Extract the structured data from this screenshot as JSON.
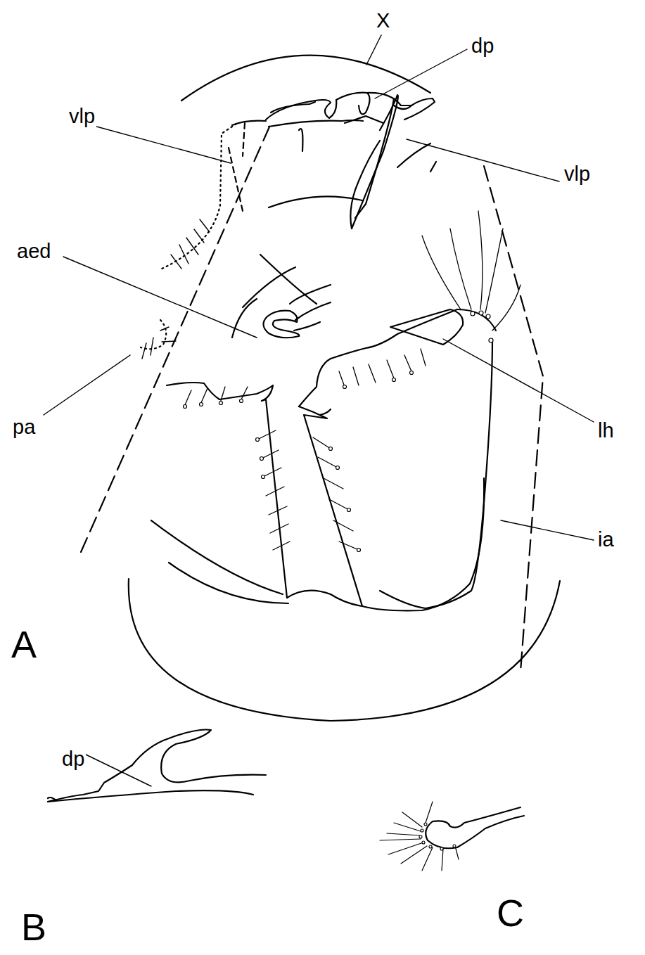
{
  "diagram": {
    "labels": [
      "X",
      "dp",
      "vlp",
      "vlp",
      "aed",
      "pa",
      "lh",
      "ia",
      "A",
      "dp",
      "B",
      "C"
    ]
  }
}
